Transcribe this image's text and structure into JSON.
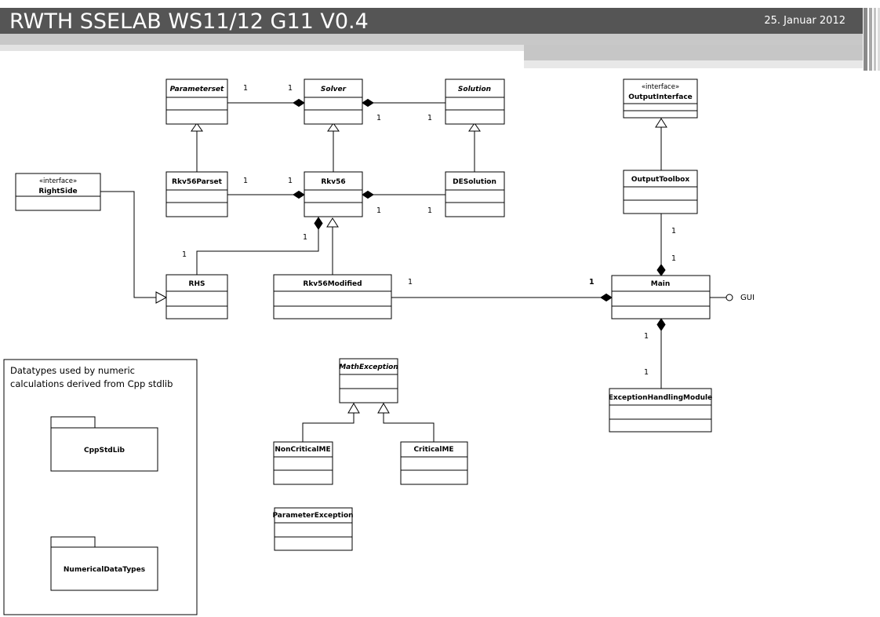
{
  "header": {
    "title": "RWTH SSELAB WS11/12 G11 V0.4",
    "date": "25. Januar 2012",
    "bar_color": "#555555"
  },
  "classes": {
    "parameterset": "Parameterset",
    "solver": "Solver",
    "solution": "Solution",
    "output_interface_stereotype": "«interface»",
    "output_interface": "OutputInterface",
    "right_side_stereotype": "«interface»",
    "right_side": "RightSide",
    "rkv56parset": "Rkv56Parset",
    "rkv56": "Rkv56",
    "desolution": "DESolution",
    "output_toolbox": "OutputToolbox",
    "rhs": "RHS",
    "rkv56modified": "Rkv56Modified",
    "main": "Main",
    "math_exception": "MathException",
    "exception_handling_module": "ExceptionHandlingModule",
    "non_critical_me": "NonCriticalME",
    "critical_me": "CriticalME",
    "parameter_exception": "ParameterException"
  },
  "packages": {
    "cpp_std_lib": "CppStdLib",
    "numerical_data_types": "NumericalDataTypes"
  },
  "note": {
    "line1": "Datatypes used by numeric",
    "line2": "calculations derived from Cpp stdlib"
  },
  "interface_label": "GUI",
  "multiplicities": {
    "one": "1"
  }
}
